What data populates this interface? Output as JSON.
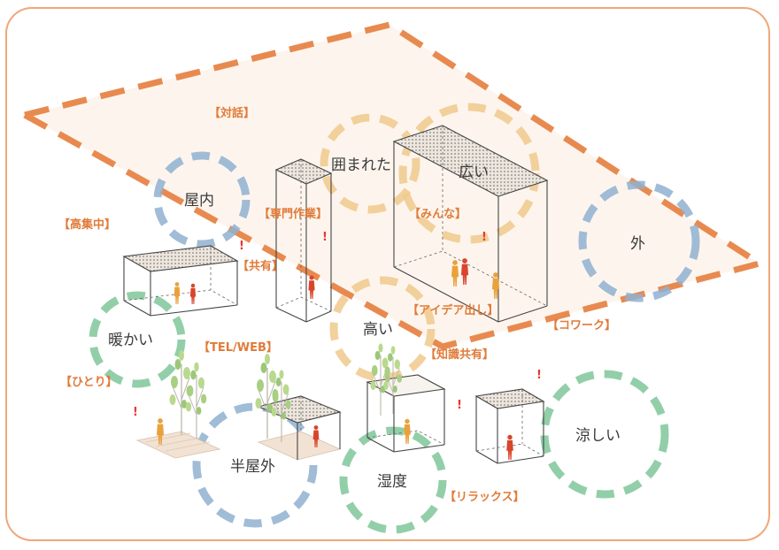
{
  "colors": {
    "orange": "#e88a4f",
    "blue": "#8fb0d0",
    "green": "#7fc79a",
    "tan": "#f0c98c",
    "label_orange": "#e07b39",
    "figure_orange": "#e9a23b",
    "figure_red": "#d9452b"
  },
  "labels": {
    "taiwa": "【対話】",
    "okunai": "屋内",
    "kakomareta": "囲まれた",
    "hiroi": "広い",
    "soto": "外",
    "kou_shuuchuu": "【高集中】",
    "senmon_sagyou": "【専門作業】",
    "minna": "【みんな】",
    "kyouyuu": "【共有】",
    "idea_dashi": "【アイデア出し】",
    "coworking": "【コワーク】",
    "atatakai": "暖かい",
    "takai": "高い",
    "tel_web": "【TEL/WEB】",
    "chishiki_kyouyuu": "【知識共有】",
    "hitori": "【ひとり】",
    "han_okugai": "半屋外",
    "shitsudo": "湿度",
    "suzushii": "涼しい",
    "relax": "【リラックス】"
  },
  "marks": {
    "exclamation": "!"
  },
  "icons": [
    "person-figure-icon",
    "tree-icon",
    "dotted-roof-icon"
  ]
}
